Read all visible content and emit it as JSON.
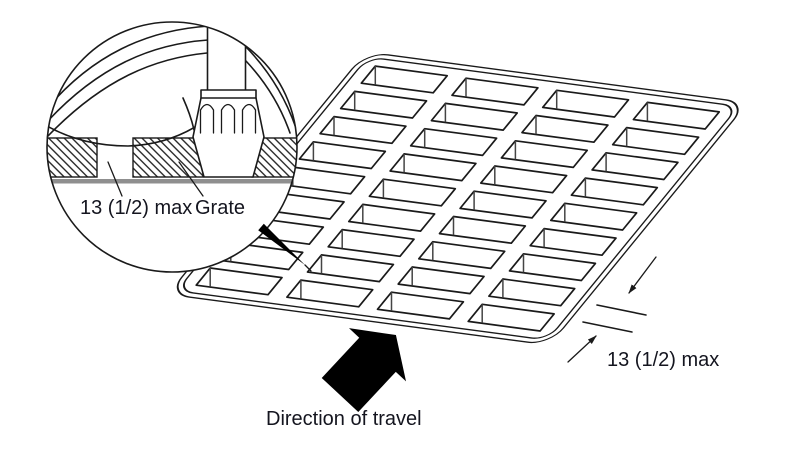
{
  "figure": {
    "inset": {
      "gap_label": "13 (1/2) max",
      "grate_label": "Grate"
    },
    "dimension": {
      "label": "13 (1/2) max"
    },
    "direction": {
      "label": "Direction of travel"
    },
    "grate": {
      "rows": 9,
      "cols": 4
    },
    "icons": {
      "direction_arrow": "solid-block-arrow-up-right",
      "callout_pointer": "black-wedge-pointer",
      "dimension_arrows": "leader-arrows-with-ticks",
      "magnifier": "detail-zoom-circle"
    }
  },
  "colors": {
    "line": "#1a1a1a",
    "text": "#14151f",
    "ground": "#8f8f8f",
    "background": "#ffffff",
    "arrow": "#000000"
  }
}
